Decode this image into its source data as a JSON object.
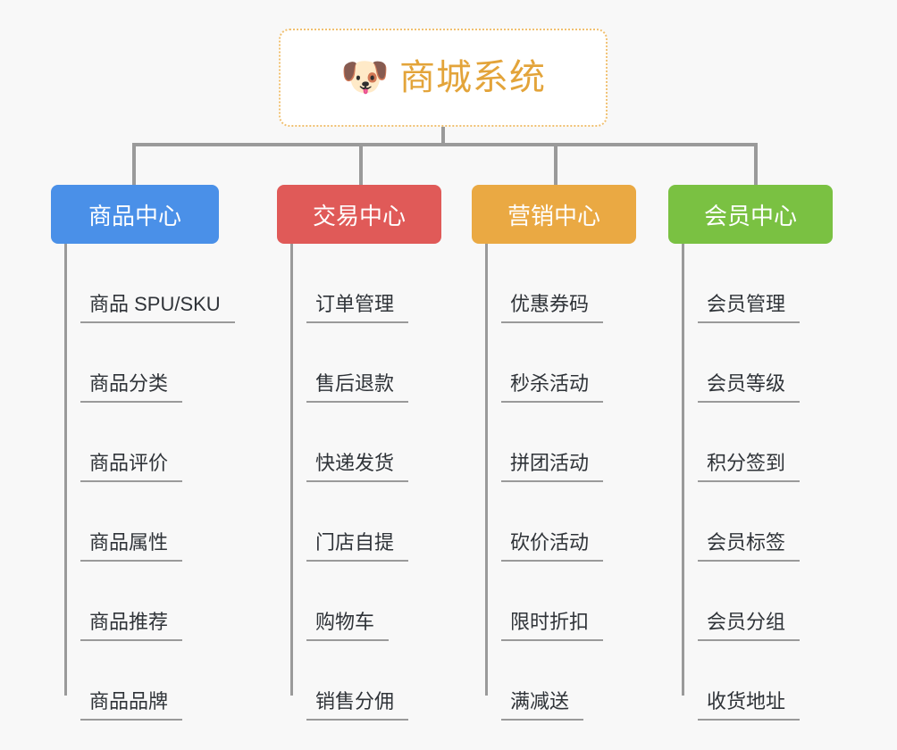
{
  "diagram": {
    "background_color": "#f8f8f8",
    "connector_color": "#9a9a9a",
    "root": {
      "icon": "dog-face-icon",
      "icon_glyph": "🐶",
      "title": "商城系统",
      "title_color": "#e3a43a",
      "border_color": "#f0c070",
      "background_color": "#ffffff"
    },
    "branches": [
      {
        "label": "商品中心",
        "color": "#4a90e8",
        "leaves": [
          "商品 SPU/SKU",
          "商品分类",
          "商品评价",
          "商品属性",
          "商品推荐",
          "商品品牌"
        ]
      },
      {
        "label": "交易中心",
        "color": "#e05a58",
        "leaves": [
          "订单管理",
          "售后退款",
          "快递发货",
          "门店自提",
          "购物车",
          "销售分佣"
        ]
      },
      {
        "label": "营销中心",
        "color": "#eaa943",
        "leaves": [
          "优惠券码",
          "秒杀活动",
          "拼团活动",
          "砍价活动",
          "限时折扣",
          "满减送"
        ]
      },
      {
        "label": "会员中心",
        "color": "#7ac142",
        "leaves": [
          "会员管理",
          "会员等级",
          "积分签到",
          "会员标签",
          "会员分组",
          "收货地址"
        ]
      }
    ]
  }
}
